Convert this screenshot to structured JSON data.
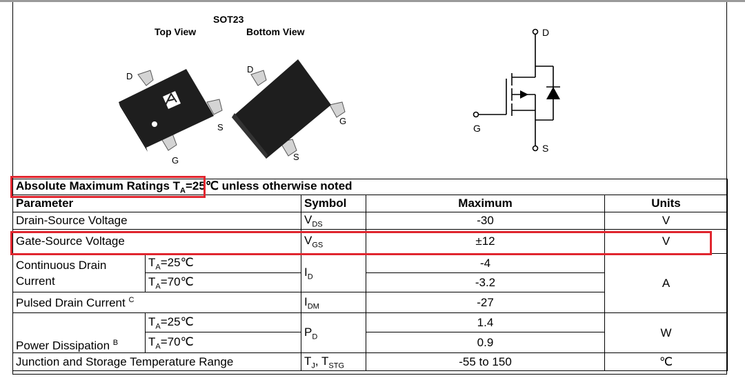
{
  "package": {
    "name": "SOT23",
    "top_view": "Top View",
    "bottom_view": "Bottom View",
    "pins": {
      "d": "D",
      "s": "S",
      "g": "G"
    }
  },
  "symbol": {
    "d": "D",
    "g": "G",
    "s": "S"
  },
  "ratings": {
    "title": "Absolute Maximum Ratings  T",
    "title_sub": "A",
    "title_rest": "=25℃ unless otherwise noted",
    "headers": {
      "parameter": "Parameter",
      "symbol": "Symbol",
      "maximum": "Maximum",
      "units": "Units"
    },
    "rows": {
      "vds": {
        "param": "Drain-Source Voltage",
        "sym": "V",
        "sym_sub": "DS",
        "max": "-30",
        "unit": "V"
      },
      "vgs": {
        "param": "Gate-Source Voltage",
        "sym": "V",
        "sym_sub": "GS",
        "max": "±12",
        "unit": "V"
      },
      "id": {
        "param_line1": "Continuous Drain",
        "param_line2": "Current",
        "cond1": "T",
        "cond1_sub": "A",
        "cond1_rest": "=25℃",
        "cond2": "T",
        "cond2_sub": "A",
        "cond2_rest": "=70℃",
        "sym": "I",
        "sym_sub": "D",
        "max1": "-4",
        "max2": "-3.2",
        "unit": "A"
      },
      "idm": {
        "param": "Pulsed Drain Current ",
        "note": "C",
        "sym": "I",
        "sym_sub": "DM",
        "max": "-27"
      },
      "pd": {
        "param": "Power Dissipation ",
        "note": "B",
        "cond1": "T",
        "cond1_sub": "A",
        "cond1_rest": "=25℃",
        "cond2": "T",
        "cond2_sub": "A",
        "cond2_rest": "=70℃",
        "sym": "P",
        "sym_sub": "D",
        "max1": "1.4",
        "max2": "0.9",
        "unit": "W"
      },
      "tj": {
        "param": "Junction and Storage Temperature Range",
        "sym": "T",
        "sym_sub": "J",
        "sym_mid": ", T",
        "sym_sub2": "STG",
        "max": "-55 to 150",
        "unit": "℃"
      }
    }
  },
  "colors": {
    "highlight": "#e0252e",
    "package_body": "#1e1e1e",
    "pin_metal": "#cfcfcf"
  }
}
